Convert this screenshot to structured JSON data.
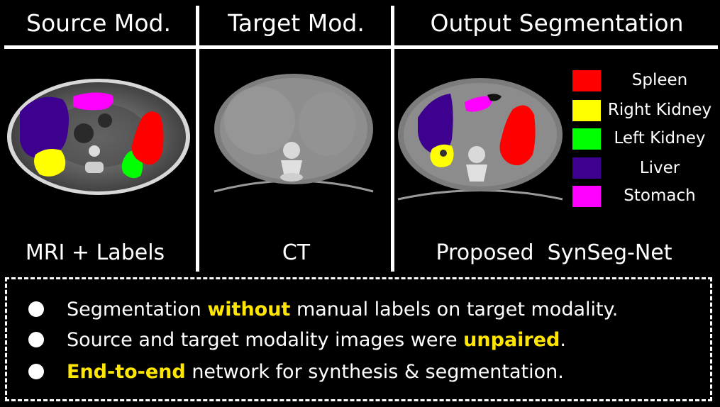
{
  "headers": {
    "source": "Source Mod.",
    "target": "Target Mod.",
    "output": "Output Segmentation"
  },
  "captions": {
    "source": "MRI + Labels",
    "target": "CT",
    "output": "Proposed  SynSeg-Net"
  },
  "legend": [
    {
      "label": "Spleen",
      "color": "#ff0000"
    },
    {
      "label": "Right Kidney",
      "color": "#ffff00"
    },
    {
      "label": "Left Kidney",
      "color": "#00ff00"
    },
    {
      "label": "Liver",
      "color": "#3d008f"
    },
    {
      "label": "Stomach",
      "color": "#ff00ff"
    }
  ],
  "bullets": [
    {
      "pre": "Segmentation ",
      "hl": "without",
      "post": " manual labels on target modality."
    },
    {
      "pre": "Source and target modality images were ",
      "hl": "unpaired",
      "post": "."
    },
    {
      "pre": "",
      "hl": "End-to-end",
      "post": " network for synthesis & segmentation."
    }
  ],
  "colors": {
    "highlight": "#ffe600",
    "background": "#000000",
    "text": "#ffffff"
  }
}
